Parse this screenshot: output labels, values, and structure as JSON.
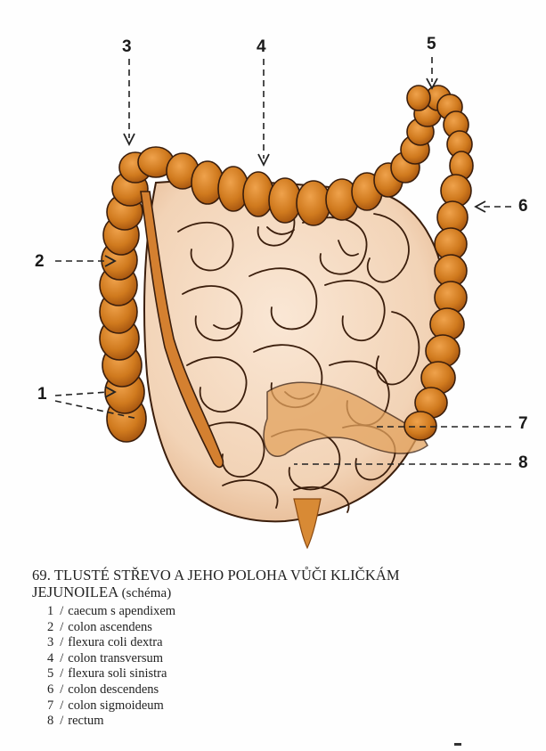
{
  "figure": {
    "callouts": [
      {
        "id": "1",
        "text": "1"
      },
      {
        "id": "2",
        "text": "2"
      },
      {
        "id": "3",
        "text": "3"
      },
      {
        "id": "4",
        "text": "4"
      },
      {
        "id": "5",
        "text": "5"
      },
      {
        "id": "6",
        "text": "6"
      },
      {
        "id": "7",
        "text": "7"
      },
      {
        "id": "8",
        "text": "8"
      }
    ],
    "colors": {
      "colon": "#d07a1e",
      "colon_dark": "#a2520e",
      "small_intestine": "#f2d3b6",
      "small_intestine_shade": "#e7b98e",
      "outline": "#3b1e0c",
      "rectum": "#d88a35"
    }
  },
  "caption": {
    "number": "69.",
    "title_line1": "TLUSTÉ STŘEVO A JEHO POLOHA VŮČI KLIČKÁM",
    "title_line2": "JEJUNOILEA",
    "title_note": "(schéma)",
    "legend": [
      {
        "num": "1",
        "sep": "/",
        "label": "caecum s apendixem"
      },
      {
        "num": "2",
        "sep": "/",
        "label": "colon ascendens"
      },
      {
        "num": "3",
        "sep": "/",
        "label": "flexura coli dextra"
      },
      {
        "num": "4",
        "sep": "/",
        "label": "colon transversum"
      },
      {
        "num": "5",
        "sep": "/",
        "label": "flexura soli sinistra"
      },
      {
        "num": "6",
        "sep": "/",
        "label": "colon descendens"
      },
      {
        "num": "7",
        "sep": "/",
        "label": "colon sigmoideum"
      },
      {
        "num": "8",
        "sep": "/",
        "label": "rectum"
      }
    ]
  }
}
